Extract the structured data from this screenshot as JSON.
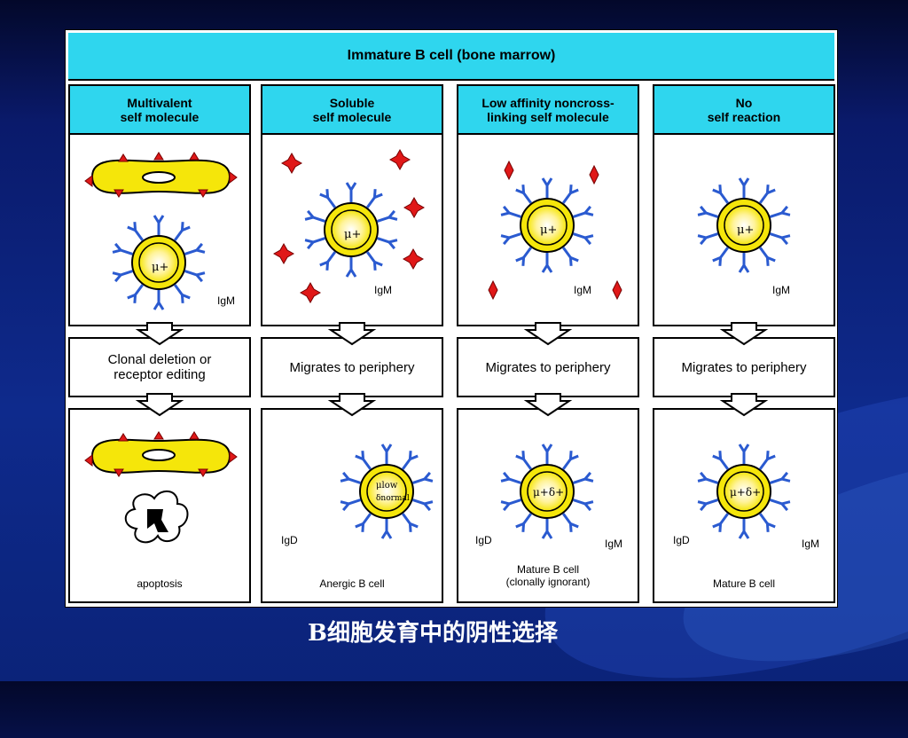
{
  "header": "Immature B cell (bone marrow)",
  "columns": [
    {
      "head_line1": "Multivalent",
      "head_line2": "self molecule",
      "middle_line1": "Clonal deletion or",
      "middle_line2": "receptor editing",
      "bottom_line1": "apoptosis",
      "bottom_line2": "",
      "top_ig": "IgM",
      "bottom_igd": "",
      "bottom_igm": ""
    },
    {
      "head_line1": "Soluble",
      "head_line2": "self molecule",
      "middle_line1": "Migrates to periphery",
      "middle_line2": "",
      "bottom_line1": "Anergic  B  cell",
      "bottom_line2": "",
      "top_ig": "IgM",
      "bottom_igd": "IgD",
      "bottom_igm": ""
    },
    {
      "head_line1": "Low affinity noncross-",
      "head_line2": "linking self molecule",
      "middle_line1": "Migrates to periphery",
      "middle_line2": "",
      "bottom_line1": "Mature B cell",
      "bottom_line2": "(clonally ignorant)",
      "top_ig": "IgM",
      "bottom_igd": "IgD",
      "bottom_igm": "IgM"
    },
    {
      "head_line1": "No",
      "head_line2": "self reaction",
      "middle_line1": "Migrates to periphery",
      "middle_line2": "",
      "bottom_line1": "Mature  B  cell",
      "bottom_line2": "",
      "top_ig": "IgM",
      "bottom_igd": "IgD",
      "bottom_igm": "IgM"
    }
  ],
  "cell_labels": {
    "mu_plus": "μ+",
    "mu_delta": "μ+δ+",
    "mu_low": "μlow",
    "delta_normal": "δnormal"
  },
  "caption": "B细胞发育中的阴性选择",
  "colors": {
    "header_cyan": "#2fd6ee",
    "cell_yellow": "#f5e60a",
    "receptor_blue": "#2a5ad0",
    "antigen_red": "#e01818"
  }
}
